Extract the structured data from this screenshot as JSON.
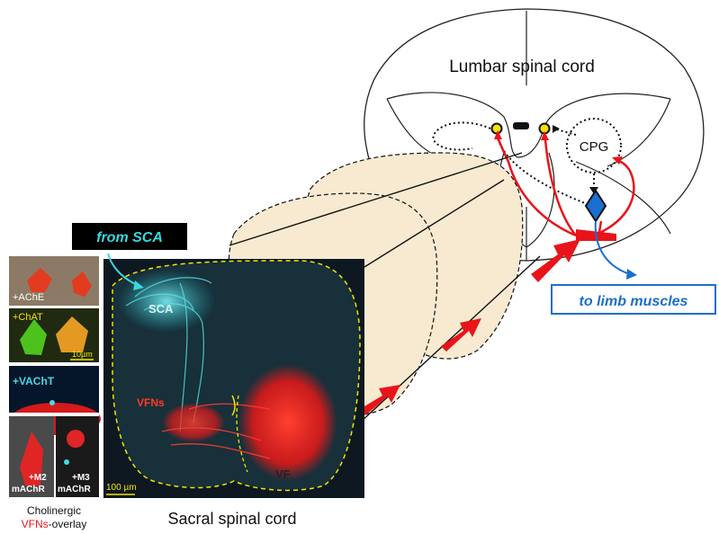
{
  "diagram": {
    "lumbar_label": "Lumbar spinal cord",
    "cpg_label": "CPG",
    "sca_label": "from SCA",
    "limb_label": "to limb muscles",
    "sacral_label": "Sacral spinal cord",
    "micrograph": {
      "sca": "SCA",
      "vfns": "VFNs",
      "vf": "VF",
      "scalebar": "100 µm"
    },
    "panels": {
      "ache": "+AChE",
      "chat": "+ChAT",
      "chat_scale": "10µm",
      "vacht": "+VAChT",
      "m2_line1": "+M2",
      "m2_line2": "mAChR",
      "m3_line1": "+M3",
      "m3_line2": "mAChR"
    },
    "legend": {
      "line1": "Cholinergic",
      "line2_red": "VFNs",
      "line2_rest": "-overlay"
    },
    "colors": {
      "cream": "#f7ead0",
      "red": "#e8141a",
      "blue": "#1a6fd0",
      "cyan": "#38d7e0",
      "yellow": "#f2e600",
      "limb_text": "#1f6ec9"
    }
  }
}
